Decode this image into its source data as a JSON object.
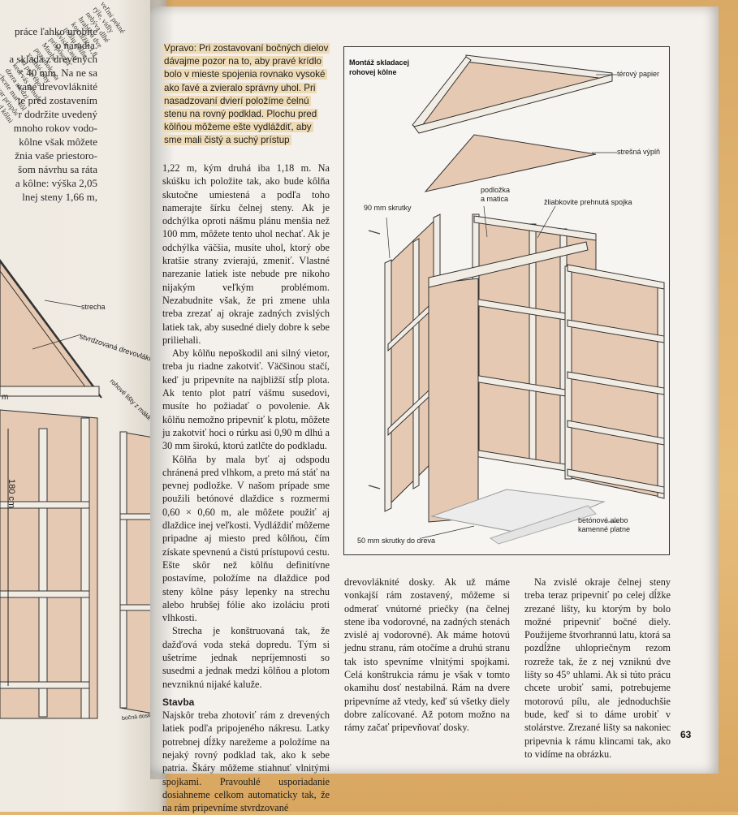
{
  "left_page": {
    "text_lines": [
      "práce ľahko urobite",
      "o náradia.",
      "a skladá z drevených",
      "× 40 mm. Na ne sa",
      "vané drevovláknité",
      "te pred zostavením",
      "r dodržite uvedený",
      "mnoho rokov vodo-",
      "kôlne však môžete",
      "žnia vaše priestoro-",
      "šom návrhu sa ráta",
      "a kôlne: výška 2,05",
      "lnej steny 1,66 m,"
    ],
    "diag_lines": [
      "veľmi pekné",
      "rýle, vidly",
      "nebýva dlhé",
      "hrable a dve",
      "kou dĺžky 1,8",
      "nižšiu kôlňu",
      "zvislé časti",
      "prispôsobiť",
      "Mnohé",
      "pozemok ma",
      "vouhlé rohy",
      "od pravého",
      "keď vás nebude",
      "dzera medzi",
      "chcete mať kôl",
      "jej tvar prispôs",
      "Napríklad kôlni",
      "dorovne tak"
    ],
    "labels": {
      "strecha": "strecha",
      "stvrdzovana": "stvrdzovaná drevovláknitá",
      "rohove_listy": "rohové lišty z mäkk",
      "m": "m",
      "height": "180 cm",
      "bocny": "bočná doska"
    }
  },
  "caption": "Vpravo: Pri zostavovaní bočných dielov dávajme pozor na to, aby pravé krídlo bolo v mieste spojenia rovnako vysoké ako ľavé a zvieralo správny uhol. Pri nasadzovaní dvierí položíme čelnú stenu na rovný podklad. Plochu pred kôlňou môžeme ešte vydláždiť, aby sme mali čistý a suchý prístup",
  "col1": {
    "p1": "1,22 m, kým druhá iba 1,18 m. Na skúšku ich položite tak, ako bude kôlňa skutočne umiestená a podľa toho namerajte šírku čelnej steny. Ak je odchýlka oproti nášmu plánu menšia než 100 mm, môžete tento uhol nechať. Ak je odchýlka väčšia, musíte uhol, ktorý obe kratšie strany zvierajú, zmeniť. Vlastné narezanie latiek iste nebude pre nikoho nijakým veľkým problémom. Nezabudnite však, že pri zmene uhla treba zrezať aj okraje zadných zvislých latiek tak, aby susedné diely dobre k sebe priliehali.",
    "p2": "Aby kôlňu nepoškodil ani silný vietor, treba ju riadne zakotviť. Väčšinou stačí, keď ju pripevníte na najbližší stĺp plota. Ak tento plot patrí vášmu susedovi, musíte ho požiadať o povolenie. Ak kôlňu nemožno pripevniť k plotu, môžete ju zakotviť hoci o rúrku asi 0,90 m dlhú a 30 mm širokú, ktorú zatlčte do podkladu.",
    "p3": "Kôlňa by mala byť aj odspodu chránená pred vlhkom, a preto má stáť na pevnej podložke. V našom prípade sme použili betónové dlaždice s rozmermi 0,60 × 0,60 m, ale môžete použiť aj dlaždice inej veľkosti. Vydláždiť môžeme pripadne aj miesto pred kôlňou, čím získate spevnenú a čistú prístupovú cestu. Ešte skôr než kôlňu definitívne postavíme, položíme na dlaždice pod steny kôlne pásy lepenky na strechu alebo hrubšej fólie ako izoláciu proti vlhkosti.",
    "p4": "Strecha je konštruovaná tak, že dažďová voda steká dopredu. Tým si ušetríme jednak nepríjemnosti so susedmi a jednak medzi kôlňou a plotom nevzniknú nijaké kaluže.",
    "heading": "Stavba",
    "p5": "Najskôr treba zhotoviť rám z drevených latiek podľa pripojeného nákresu. Latky potrebnej dĺžky narežeme a položíme na nejaký rovný podklad tak, ako k sebe patria. Škáry môžeme stiahnuť vlnitými spojkami. Pravouhlé usporiadanie dosiahneme celkom automaticky tak, že na rám pripevníme stvrdzované"
  },
  "col2": {
    "p1": "drevovláknité dosky. Ak už máme vonkajší rám zostavený, môžeme si odmerať vnútorné priečky (na čelnej stene iba vodorovné, na zadných stenách zvislé aj vodorovné). Ak máme hotovú jednu stranu, rám otočíme a druhú stranu tak isto spevníme vlnitými spojkami. Celá konštrukcia rámu je však v tomto okamihu dosť nestabilná. Rám na dvere pripevníme až vtedy, keď sú všetky diely dobre zalícované. Až potom možno na rámy začať pripevňovať dosky."
  },
  "col3": {
    "p1": "Na zvislé okraje čelnej steny treba teraz pripevniť po celej dĺžke zrezané lišty, ku ktorým by bolo možné pripevniť bočné diely. Použijeme štvorhrannú latu, ktorá sa pozdĺžne uhlopriečnym rezom rozreže tak, že z nej vzniknú dve lišty so 45° uhlami. Ak si túto prácu chcete urobiť sami, potrebujeme motorovú pílu, ale jednoduchšie bude, keď si to dáme urobiť v stolárstve. Zrezané lišty sa nakoniec pripevnia k rámu klincami tak, ako to vidíme na obrázku."
  },
  "figure": {
    "title_line1": "Montáž skladacej",
    "title_line2": "rohovej kôlne",
    "labels": {
      "terovy_papier": "térový papier",
      "stresna_vypln": "strešná výplň",
      "podlozka_1": "podložka",
      "podlozka_2": "a matica",
      "zliabkovite": "žliabkovite prehnutá spojka",
      "skrutky_90": "90 mm skrutky",
      "betonove_1": "betónové alebo",
      "betonove_2": "kamenné platne",
      "skrutky_50": "50 mm skrutky do dreva"
    }
  },
  "page_number": "63",
  "colors": {
    "panel": "#e6c9b2",
    "frame": "#f2ede4",
    "caption_highlight": "#eedab4",
    "background": "#e2b572"
  }
}
